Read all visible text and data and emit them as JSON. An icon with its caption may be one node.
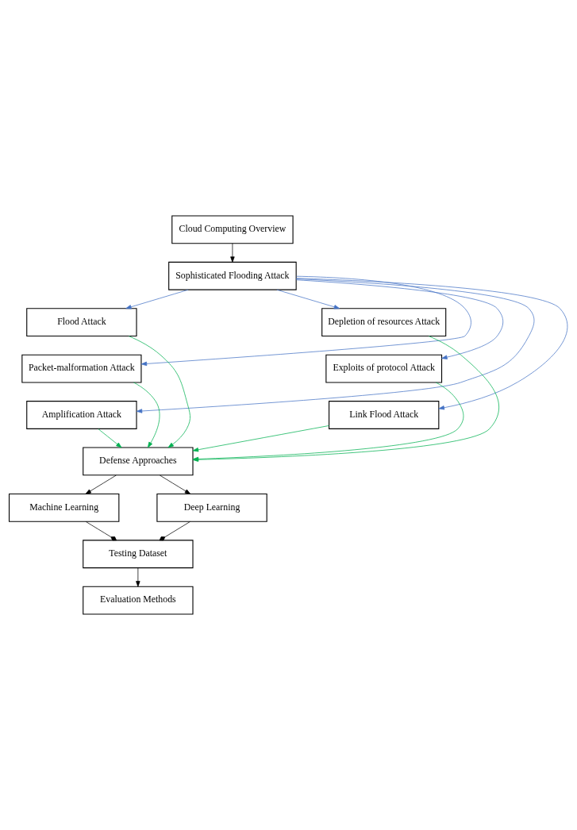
{
  "diagram": {
    "nodes": [
      {
        "text": [
          "Cloud Computing Overview"
        ]
      },
      {
        "text": [
          "Sophisticated Flooding Attack"
        ]
      },
      {
        "text": [
          "Flood Attack"
        ]
      },
      {
        "text": [
          "Depletion of resources Attack"
        ]
      },
      {
        "text": [
          "Packet-malformation Attack"
        ]
      },
      {
        "text": [
          "Exploits of protocol Attack"
        ]
      },
      {
        "text": [
          "Amplification Attack"
        ]
      },
      {
        "text": [
          "Link Flood Attack"
        ]
      },
      {
        "text": [
          "Defense Approaches"
        ]
      },
      {
        "text": [
          "Machine Learning"
        ]
      },
      {
        "text": [
          "Deep Learning"
        ]
      },
      {
        "text": [
          "Testing Dataset"
        ]
      },
      {
        "text": [
          "Evaluation Methods"
        ]
      }
    ],
    "edges": [
      {
        "from": 0,
        "to": 1,
        "arrow": "to"
      },
      {
        "from": 1,
        "to": 2,
        "arrow": "to",
        "color": "#4472c4"
      },
      {
        "from": 1,
        "to": 3,
        "arrow": "to",
        "color": "#4472c4"
      },
      {
        "from": 1,
        "to": 4,
        "arrow": "to",
        "color": "#4472c4"
      },
      {
        "from": 1,
        "to": 5,
        "arrow": "to",
        "color": "#4472c4"
      },
      {
        "from": 1,
        "to": 6,
        "arrow": "to",
        "color": "#4472c4"
      },
      {
        "from": 1,
        "to": 7,
        "arrow": "to",
        "color": "#4472c4"
      },
      {
        "from": 2,
        "to": 8,
        "arrow": "to",
        "color": "#00b050"
      },
      {
        "from": 3,
        "to": 8,
        "arrow": "to",
        "color": "#00b050"
      },
      {
        "from": 4,
        "to": 8,
        "arrow": "to",
        "color": "#00b050"
      },
      {
        "from": 5,
        "to": 8,
        "arrow": "to",
        "color": "#00b050"
      },
      {
        "from": 6,
        "to": 8,
        "arrow": "to",
        "color": "#00b050"
      },
      {
        "from": 7,
        "to": 8,
        "arrow": "to",
        "color": "#00b050"
      },
      {
        "from": 8,
        "to": 9,
        "arrow": "to"
      },
      {
        "from": 8,
        "to": 10,
        "arrow": "to"
      },
      {
        "from": 9,
        "to": 11,
        "arrow": "other"
      },
      {
        "from": 10,
        "to": 11,
        "arrow": "other"
      },
      {
        "from": 11,
        "to": 12,
        "arrow": "to"
      }
    ]
  }
}
